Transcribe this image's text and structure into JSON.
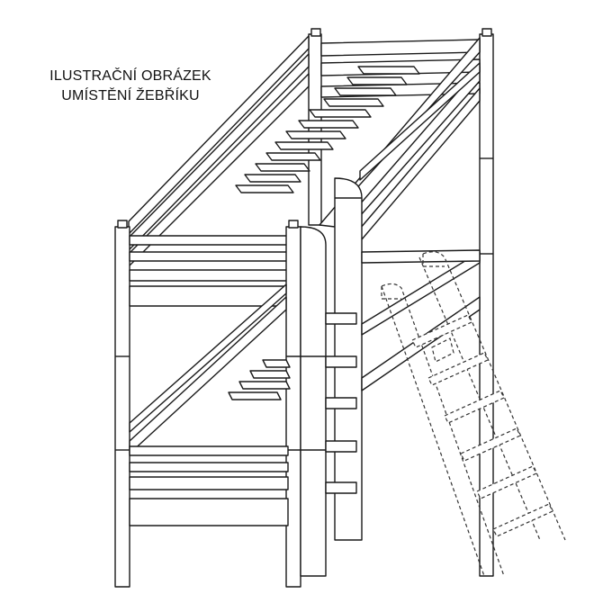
{
  "caption": {
    "line1": "ILUSTRAČNÍ OBRÁZEK",
    "line2": "UMÍSTĚNÍ ŽEBŘÍKU"
  },
  "icons": {
    "illustration": "bunk-bed-ladder-drawing"
  },
  "colors": {
    "line": "#1a1a1a",
    "background": "#ffffff"
  }
}
